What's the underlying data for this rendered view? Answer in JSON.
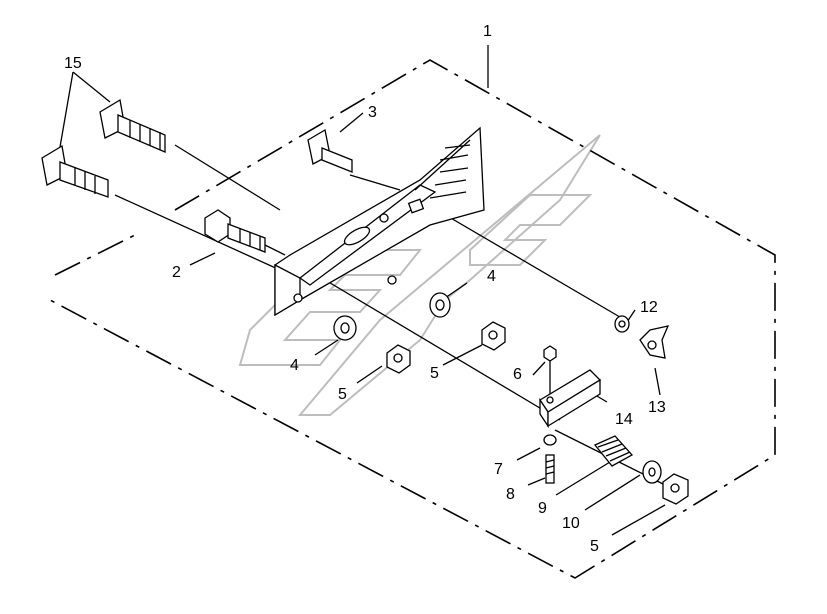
{
  "callouts": [
    {
      "id": "c1",
      "text": "1"
    },
    {
      "id": "c15",
      "text": "15"
    },
    {
      "id": "c3",
      "text": "3"
    },
    {
      "id": "c2",
      "text": "2"
    },
    {
      "id": "c4a",
      "text": "4"
    },
    {
      "id": "c4b",
      "text": "4"
    },
    {
      "id": "c5a",
      "text": "5"
    },
    {
      "id": "c5b",
      "text": "5"
    },
    {
      "id": "c5c",
      "text": "5"
    },
    {
      "id": "c6",
      "text": "6"
    },
    {
      "id": "c7",
      "text": "7"
    },
    {
      "id": "c8",
      "text": "8"
    },
    {
      "id": "c9",
      "text": "9"
    },
    {
      "id": "c10",
      "text": "10"
    },
    {
      "id": "c12",
      "text": "12"
    },
    {
      "id": "c13",
      "text": "13"
    },
    {
      "id": "c14",
      "text": "14"
    }
  ]
}
